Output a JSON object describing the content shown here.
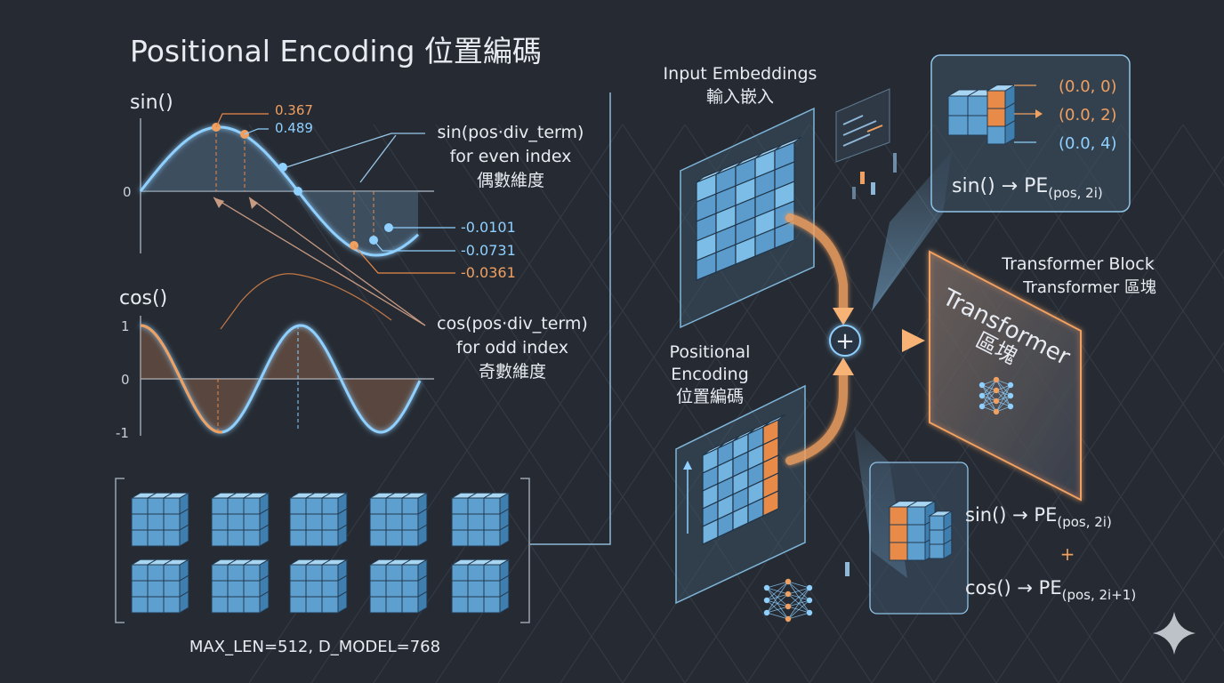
{
  "title": "Positional Encoding 位置編碼",
  "sin_plot": {
    "label": "sin()",
    "zero_label": "0",
    "top_callouts": [
      "0.367",
      "0.489"
    ],
    "bottom_callouts": [
      "-0.0101",
      "-0.0731",
      "-0.0361"
    ],
    "annotation_lines": [
      "sin(pos·div_term)",
      "for even index",
      "偶數維度"
    ]
  },
  "cos_plot": {
    "label": "cos()",
    "tick_labels": [
      "1",
      "0",
      "-1"
    ],
    "annotation_lines": [
      "cos(pos·div_term)",
      "for odd index",
      "奇數維度"
    ]
  },
  "matrix_caption": "MAX_LEN=512, D_MODEL=768",
  "input_embeddings": {
    "lines": [
      "Input Embeddings",
      "輸入嵌入"
    ]
  },
  "positional_encoding": {
    "lines": [
      "Positional",
      "Encoding",
      "位置編碼"
    ]
  },
  "transformer_block": {
    "heading_lines": [
      "Transformer Block",
      "Transformer 區塊"
    ],
    "panel_lines": [
      "Transformer",
      "區塊"
    ]
  },
  "top_inset": {
    "values": [
      "(0.0, 0)",
      "(0.0, 2)",
      "(0.0, 4)"
    ],
    "formula_main": "sin() → PE",
    "formula_sub": "(pos, 2i)"
  },
  "bottom_inset": {
    "line1_main": "sin() → PE",
    "line1_sub": "(pos, 2i)",
    "plus": "+",
    "line2_main": "cos() → PE",
    "line2_sub": "(pos, 2i+1)"
  },
  "adder_symbol": "+",
  "colors": {
    "background": "#262b33",
    "blue": "#6fb1de",
    "orange": "#e88a48",
    "text": "#e8ecf2"
  }
}
